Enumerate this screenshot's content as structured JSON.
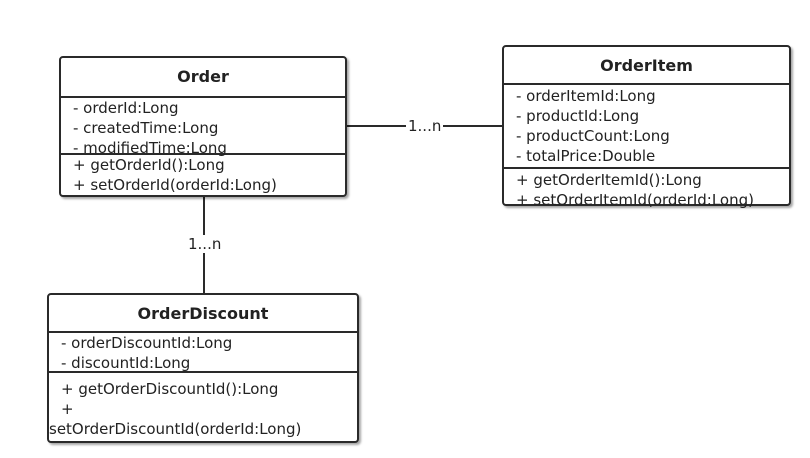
{
  "classes": {
    "order": {
      "name": "Order",
      "attributes": [
        "- orderId:Long",
        "- createdTime:Long",
        "- modifiedTime:Long"
      ],
      "operations": [
        "+ getOrderId():Long",
        "+ setOrderId(orderId:Long)"
      ]
    },
    "order_item": {
      "name": "OrderItem",
      "attributes": [
        "- orderItemId:Long",
        "- productId:Long",
        "- productCount:Long",
        "- totalPrice:Double"
      ],
      "operations": [
        "+ getOrderItemId():Long",
        "+ setOrderItemId(orderId:Long)"
      ]
    },
    "order_discount": {
      "name": "OrderDiscount",
      "attributes": [
        "- orderDiscountId:Long",
        "- discountId:Long"
      ],
      "operations": [
        "+ getOrderDiscountId():Long",
        "+",
        "setOrderDiscountId(orderId:Long)"
      ]
    }
  },
  "associations": {
    "order_to_item": {
      "multiplicity": "1...n"
    },
    "order_to_discount": {
      "multiplicity": "1...n"
    }
  }
}
